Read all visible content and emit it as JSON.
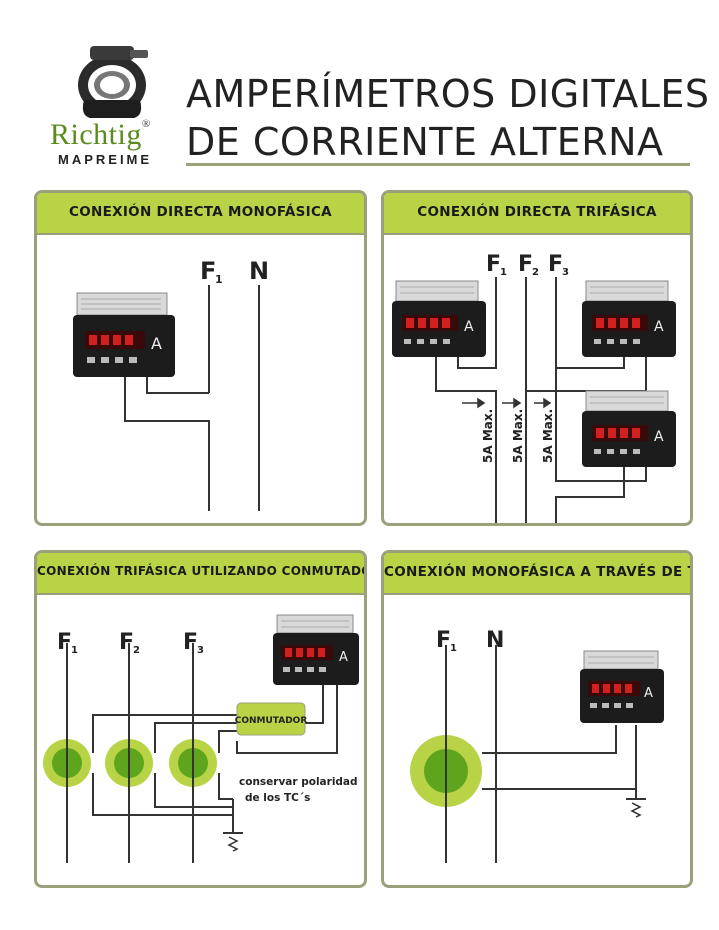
{
  "brand": {
    "name": "Richtig",
    "registered": "®",
    "subname": "MAPREIME"
  },
  "title": {
    "line1": "AMPERÍMETROS DIGITALES",
    "line2": "DE CORRIENTE ALTERNA"
  },
  "colors": {
    "accent_green": "#b8d345",
    "panel_border": "#9aa17a",
    "ct_outer": "#b8d345",
    "ct_inner": "#5ea51d",
    "meter_body": "#1c1c1c",
    "meter_display": "#d02020"
  },
  "panels": {
    "p1": {
      "title": "CONEXIÓN DIRECTA MONOFÁSICA",
      "labels": {
        "f1": "F",
        "f1_sub": "1",
        "n": "N"
      },
      "meter_unit": "A"
    },
    "p2": {
      "title": "CONEXIÓN DIRECTA TRIFÁSICA",
      "labels": {
        "f1": "F",
        "f1_sub": "1",
        "f2": "F",
        "f2_sub": "2",
        "f3": "F",
        "f3_sub": "3"
      },
      "max_label": "5A Max.",
      "meter_unit": "A"
    },
    "p3": {
      "title": "CONEXIÓN TRIFÁSICA UTILIZANDO CONMUTADOR Y TC",
      "labels": {
        "f1": "F",
        "f1_sub": "1",
        "f2": "F",
        "f2_sub": "2",
        "f3": "F",
        "f3_sub": "3"
      },
      "switch_label": "CONMUTADOR",
      "note_line1": "conservar polaridad",
      "note_line2": "de los TC´s",
      "meter_unit": "A"
    },
    "p4": {
      "title": "CONEXIÓN MONOFÁSICA A TRAVÉS DE TC",
      "labels": {
        "f1": "F",
        "f1_sub": "1",
        "n": "N"
      },
      "meter_unit": "A"
    }
  }
}
